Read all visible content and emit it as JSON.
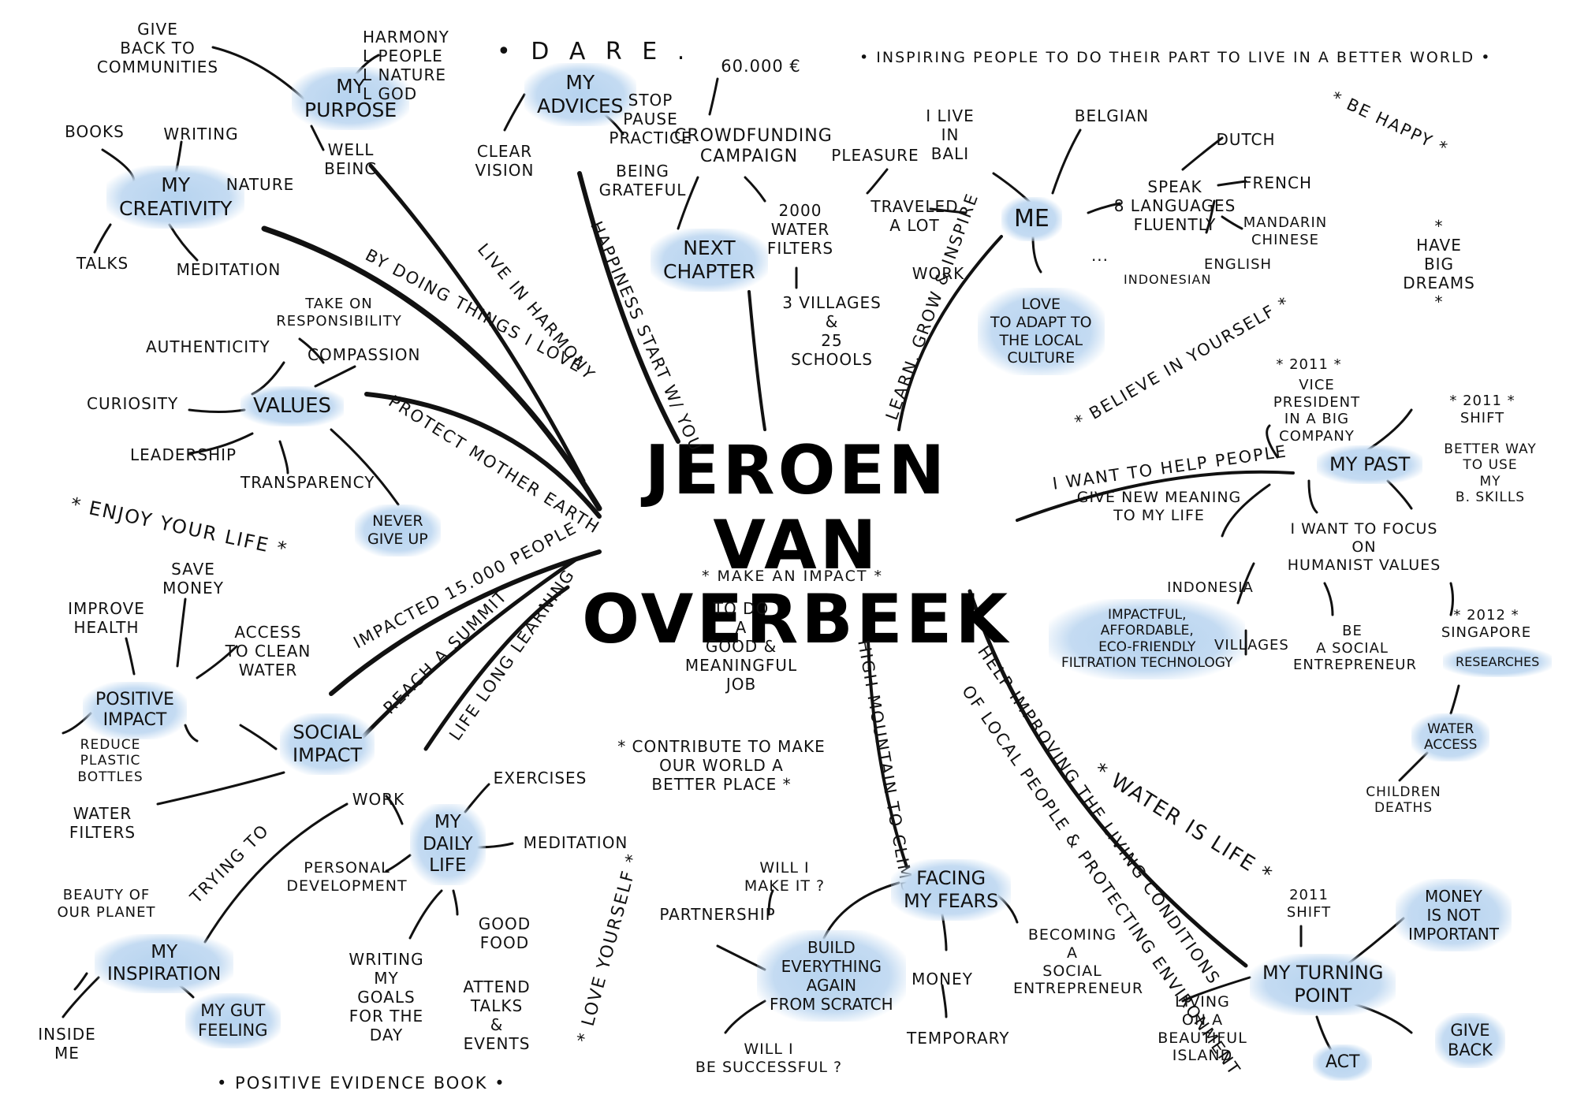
{
  "title": "JEROEN\nVAN OVERBEEK",
  "colors": {
    "ink": "#111111",
    "wash": "#b6d3ef"
  },
  "branch_labels": {
    "by_doing": "By doing things I love",
    "live_harmony": "Live in harmony",
    "happiness": "Happiness start w/ you",
    "protect": "Protect mother earth",
    "learn": "Learn, grow & inspire",
    "help_people": "I want to help people",
    "new_meaning": "Give new meaning\nto my life",
    "impacted": "Impacted 15.000 people",
    "summit": "Reach a summit",
    "lifelong": "Life long learning",
    "mountain": "High mountain to climb",
    "improving": "Help improving the living conditions",
    "local_people": "of local people & protecting environment",
    "trying": "Trying to"
  },
  "quotes": {
    "dare": "• D A R E .",
    "inspiring": "• Inspiring people to do their part to live in a better world •",
    "be_happy": "* Be happy *",
    "big_dreams": "*\nHave\nbig\ndreams\n*",
    "believe": "* Believe in yourself *",
    "enjoy": "* Enjoy your life *",
    "make_impact": "* Make an impact *",
    "good_job": "To do\na\ngood &\nmeaningful\njob",
    "contribute": "* Contribute to make\nour world a\nbetter place *",
    "water_life": "* Water is life *",
    "love_yourself": "* Love yourself *",
    "positive_book": "• Positive evidence book •"
  },
  "nodes": {
    "purpose": {
      "label": "My\npurpose",
      "children": [
        "Give\nback to\ncommunities",
        "Harmony\nL people\nL nature\nL God",
        "Well\nbeing"
      ]
    },
    "creativity": {
      "label": "My\ncreativity",
      "children": [
        "Books",
        "Writing",
        "Nature",
        "Talks",
        "Meditation"
      ]
    },
    "advices": {
      "label": "My\nadvices",
      "children": [
        "Clear\nvision",
        "Stop\npause\npractice",
        "Being\ngrateful"
      ]
    },
    "crowdfunding": {
      "label": "Crowdfunding\ncampaign",
      "children": [
        "60.000 €",
        "2000\nwater\nfilters",
        "3 villages\n&\n25 schools"
      ]
    },
    "next_chapter": {
      "label": "Next\nchapter"
    },
    "me": {
      "label": "Me",
      "children": [
        "I live\nin\nBali",
        "Belgian",
        "Pleasure",
        "Traveled\na lot",
        "Work",
        "Speak\n8 languages\nfluently",
        "Dutch",
        "French",
        "Mandarin\nChinese",
        "Indonesian",
        "English",
        "...",
        "Love\nto adapt to\nthe local\nculture"
      ]
    },
    "values": {
      "label": "Values",
      "children": [
        "Authenticity",
        "Take on\nresponsibility",
        "Compassion",
        "Curiosity",
        "Leadership",
        "Transparency",
        "Never\ngive up"
      ]
    },
    "past": {
      "label": "My past",
      "children": [
        "* 2011 *",
        "Vice president\nin a big\ncompany",
        "* 2011 *\nShift",
        "Better way\nto use\nmy\nB. skills",
        "I want to focus\non\nhumanist values",
        "Be\na social\nentrepreneur",
        "Indonesia",
        "Impactful,\naffordable,\neco-friendly\nfiltration technology",
        "Villages",
        "* 2012 *\nSingapore",
        "Researches",
        "Water\naccess",
        "Children\ndeaths"
      ]
    },
    "positive_impact": {
      "label": "Positive\nimpact",
      "children": [
        "Save\nmoney",
        "Improve\nhealth",
        "Access\nto clean\nwater",
        "Reduce\nplastic bottles"
      ]
    },
    "social_impact": {
      "label": "Social\nimpact",
      "children": [
        "Water\nfilters"
      ]
    },
    "daily_life": {
      "label": "My\ndaily\nlife",
      "children": [
        "Work",
        "Exercises",
        "Meditation",
        "Personal\ndevelopment",
        "Good\nfood",
        "Writing\nmy\ngoals\nfor the\nday",
        "Attend\ntalks\n&\nevents"
      ]
    },
    "inspiration": {
      "label": "My\ninspiration",
      "children": [
        "Beauty of\nour planet",
        "Inside\nme",
        "My gut\nfeeling"
      ]
    },
    "fears": {
      "label": "Facing\nmy fears",
      "children": [
        "Will I\nmake it ?",
        "Partnership",
        "Money",
        "Temporary",
        "Becoming\na\nsocial\nentrepreneur"
      ]
    },
    "rebuild": {
      "label": "Build\neverything\nagain\nfrom scratch",
      "children": [
        "Will I\nbe successful ?"
      ]
    },
    "turning": {
      "label": "My turning\npoint",
      "children": [
        "2011\nshift",
        "Money\nis not\nimportant",
        "Living\non a\nbeautiful\nisland",
        "Give\nback",
        "Act"
      ]
    }
  }
}
